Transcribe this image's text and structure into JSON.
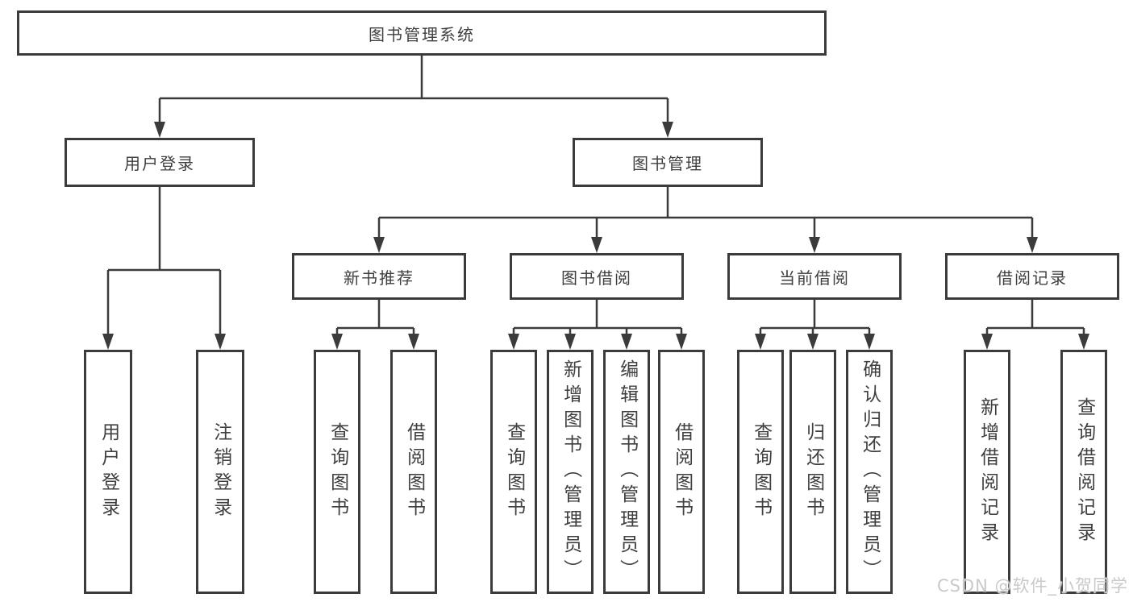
{
  "diagram": {
    "root": "图书管理系统",
    "branches": [
      {
        "label": "用户登录",
        "children": [
          "用户登录",
          "注销登录"
        ]
      },
      {
        "label": "图书管理",
        "children": [
          {
            "label": "新书推荐",
            "children": [
              "查询图书",
              "借阅图书"
            ]
          },
          {
            "label": "图书借阅",
            "children": [
              "查询图书",
              "新增图书（管理员）",
              "编辑图书（管理员）",
              "借阅图书"
            ]
          },
          {
            "label": "当前借阅",
            "children": [
              "查询图书",
              "归还图书",
              "确认归还（管理员）"
            ]
          },
          {
            "label": "借阅记录",
            "children": [
              "新增借阅记录",
              "查询借阅记录"
            ]
          }
        ]
      }
    ]
  },
  "watermark": "CSDN @软件_小贺同学",
  "colors": {
    "line": "#3B3B3B",
    "text": "#3F3F3F",
    "background": "#FFFFFF",
    "watermark": "#C9C9C9"
  }
}
